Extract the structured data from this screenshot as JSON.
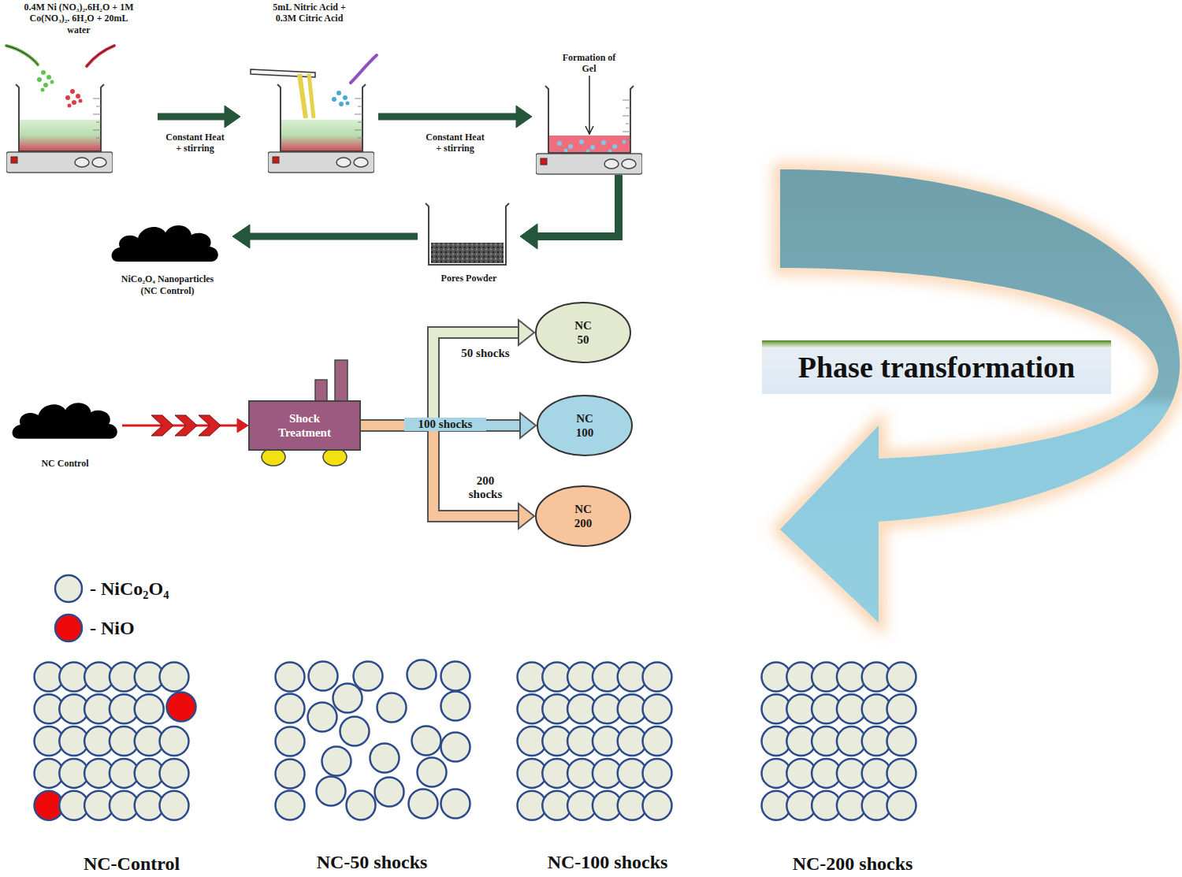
{
  "diagram": {
    "nodes": [
      {
        "text": [
          "0.4M Ni (NO₃)₂.6H₂O + 1M Co(NO₃)₂. 6H₂O + 20mL water"
        ]
      },
      {
        "text": [
          "5mL Nitric Acid + 0.3M Citric Acid"
        ]
      },
      {
        "text": [
          "Formation of Gel"
        ]
      },
      {
        "text": [
          "Pores Powder"
        ]
      },
      {
        "text": [
          "NiCo₂O₄ Nanoparticles (NC Control)"
        ]
      },
      {
        "text": [
          "NC Control"
        ]
      },
      {
        "text": [
          "Shock Treatment"
        ]
      },
      {
        "text": [
          "NC 50"
        ]
      },
      {
        "text": [
          "NC 100"
        ]
      },
      {
        "text": [
          "NC 200"
        ]
      }
    ],
    "edges": [
      {
        "from": 0,
        "to": 1,
        "arrow": "to",
        "label": "Constant Heat + stirring"
      },
      {
        "from": 1,
        "to": 2,
        "arrow": "to",
        "label": "Constant Heat + stirring"
      },
      {
        "from": 2,
        "to": 3,
        "arrow": "to"
      },
      {
        "from": 3,
        "to": 4,
        "arrow": "to"
      },
      {
        "from": 5,
        "to": 6,
        "arrow": "to"
      },
      {
        "from": 6,
        "to": 7,
        "arrow": "to",
        "label": "50 shocks"
      },
      {
        "from": 6,
        "to": 8,
        "arrow": "to",
        "label": "100 shocks"
      },
      {
        "from": 6,
        "to": 9,
        "arrow": "to",
        "label": "200 shocks"
      }
    ],
    "labels": [
      "Phase transformation",
      "NC-Control",
      "NC-50 shocks",
      "NC-100 shocks",
      "NC-200 shocks"
    ],
    "legend": [
      {
        "text": "- NiCo₂O₄",
        "color": "#e9ecdc"
      },
      {
        "text": "- NiO",
        "color": "#ee0a0a"
      }
    ]
  }
}
